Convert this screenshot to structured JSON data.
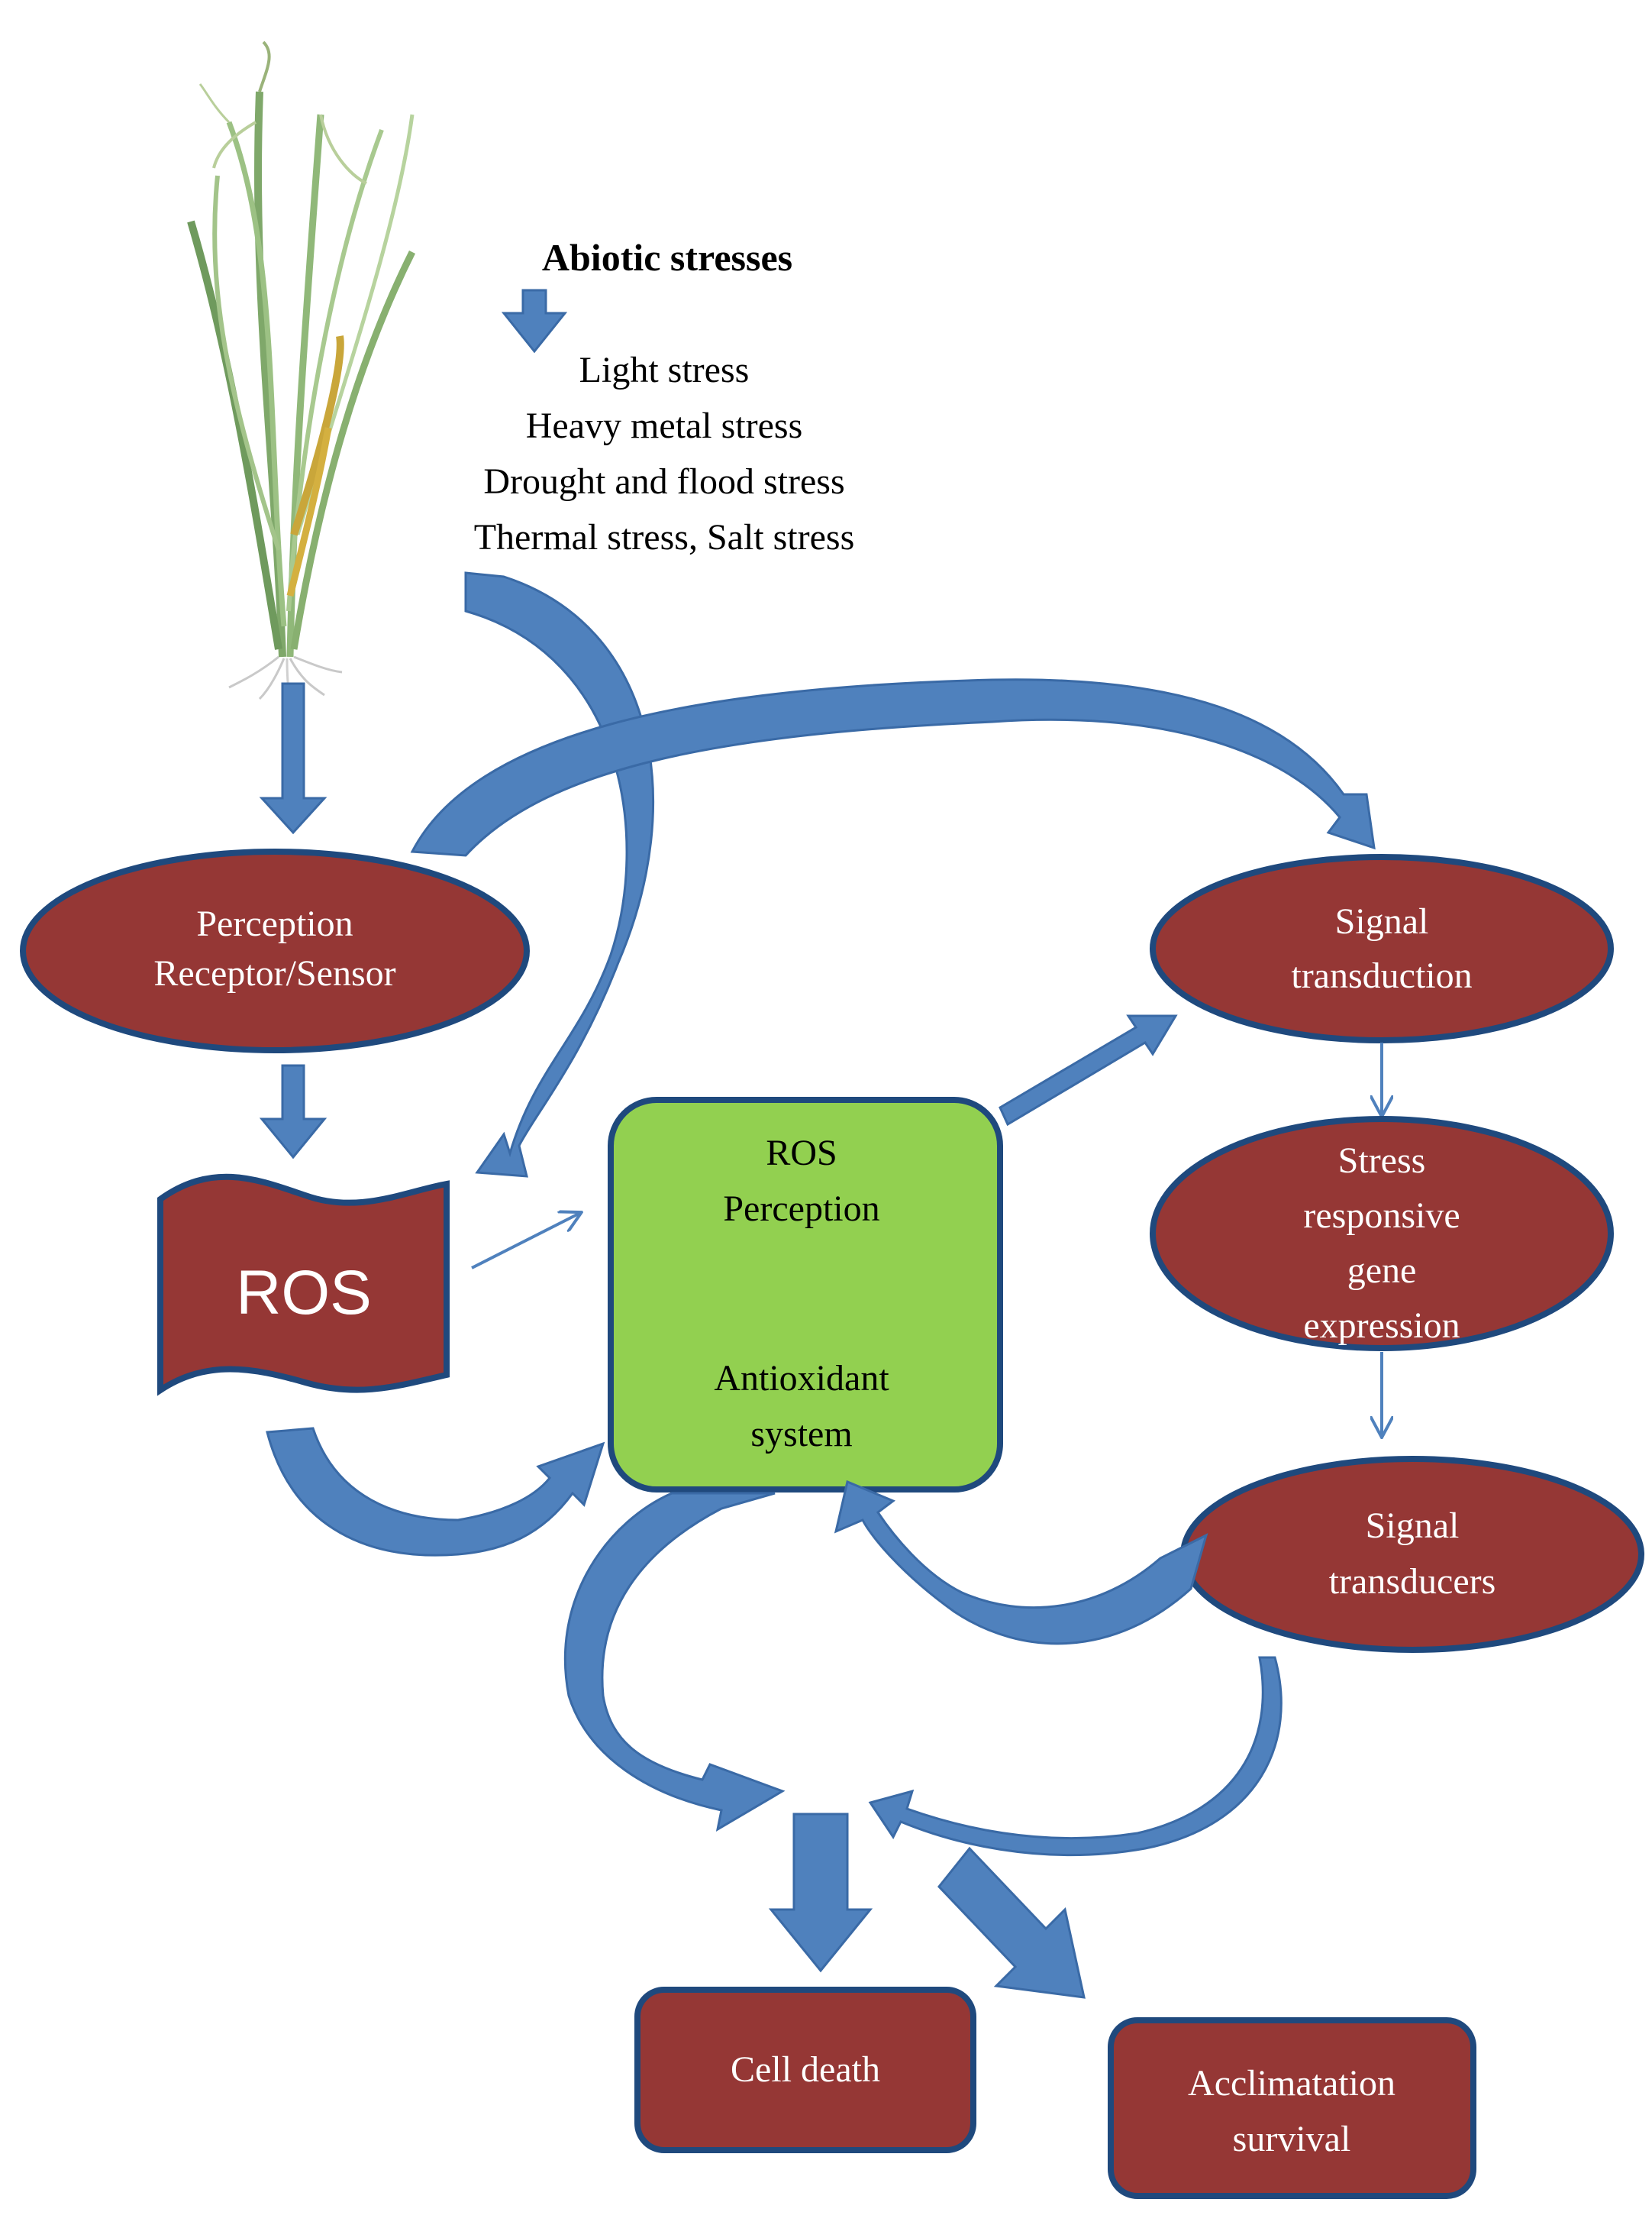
{
  "stresses": {
    "title": "Abiotic stresses",
    "items": [
      "Light stress",
      "Heavy metal  stress",
      "Drought and flood stress",
      "Thermal  stress, Salt stress"
    ]
  },
  "nodes": {
    "perception": [
      "Perception",
      "Receptor/Sensor"
    ],
    "ros": "ROS",
    "ros_box": {
      "top": [
        "ROS",
        "Perception"
      ],
      "bottom": [
        "Antioxidant",
        "system"
      ]
    },
    "signal_transduction": [
      "Signal",
      "transduction"
    ],
    "stress_gene": [
      "Stress",
      "responsive",
      "gene",
      "expression"
    ],
    "signal_transducers": [
      "Signal",
      "transducers"
    ],
    "cell_death": "Cell  death",
    "acclimatation": [
      "Acclimatation",
      "survival"
    ]
  },
  "colors": {
    "node_fill": "#953735",
    "node_border": "#1f497d",
    "green_fill": "#92d050",
    "arrow_fill": "#4f81bd"
  },
  "icons": [
    "rice-plant-icon"
  ]
}
